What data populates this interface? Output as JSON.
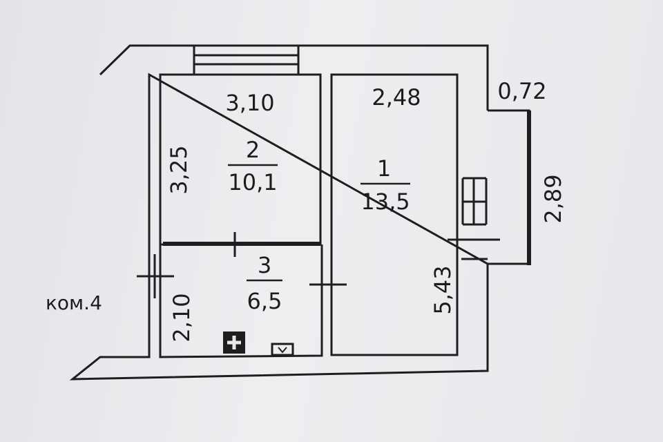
{
  "rooms": [
    {
      "id": "2",
      "area": "10,1",
      "width": "3,10",
      "height": "3,25"
    },
    {
      "id": "1",
      "area": "13,5",
      "width": "2,48",
      "height": "5,43"
    },
    {
      "id": "3",
      "area": "6,5",
      "height": "2,10"
    }
  ],
  "balcony": {
    "width": "0,72",
    "length": "2,89"
  },
  "neighbor_label": "ком.4",
  "colors": {
    "wall": "#1e1e1e",
    "background": "#e6e8eb"
  }
}
